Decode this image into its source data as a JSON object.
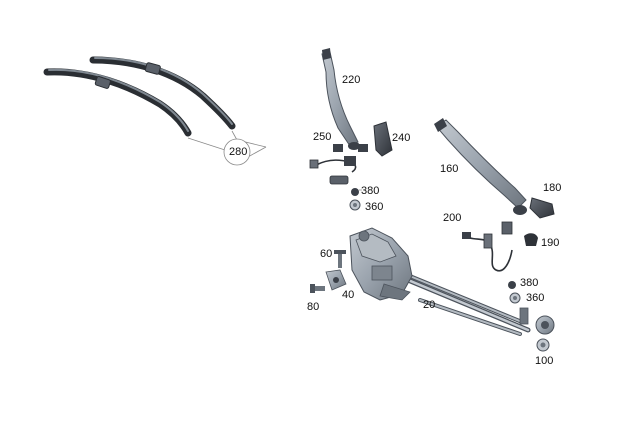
{
  "diagram": {
    "callouts": [
      {
        "id": "c280",
        "text": "280"
      },
      {
        "id": "c220",
        "text": "220"
      },
      {
        "id": "c250",
        "text": "250"
      },
      {
        "id": "c240",
        "text": "240"
      },
      {
        "id": "c380a",
        "text": "380"
      },
      {
        "id": "c360a",
        "text": "360"
      },
      {
        "id": "c160",
        "text": "160"
      },
      {
        "id": "c180",
        "text": "180"
      },
      {
        "id": "c200",
        "text": "200"
      },
      {
        "id": "c190",
        "text": "190"
      },
      {
        "id": "c60",
        "text": "60"
      },
      {
        "id": "c40",
        "text": "40"
      },
      {
        "id": "c80",
        "text": "80"
      },
      {
        "id": "c20",
        "text": "20"
      },
      {
        "id": "c380b",
        "text": "380"
      },
      {
        "id": "c360b",
        "text": "360"
      },
      {
        "id": "c100",
        "text": "100"
      }
    ]
  },
  "colors": {
    "part_fill": "#9aa3ad",
    "part_dark": "#3b4048",
    "part_edge": "#4c535c",
    "wire": "#2e3238",
    "leader": "#8a8a8a",
    "blade_rubber": "#2a2e33"
  }
}
